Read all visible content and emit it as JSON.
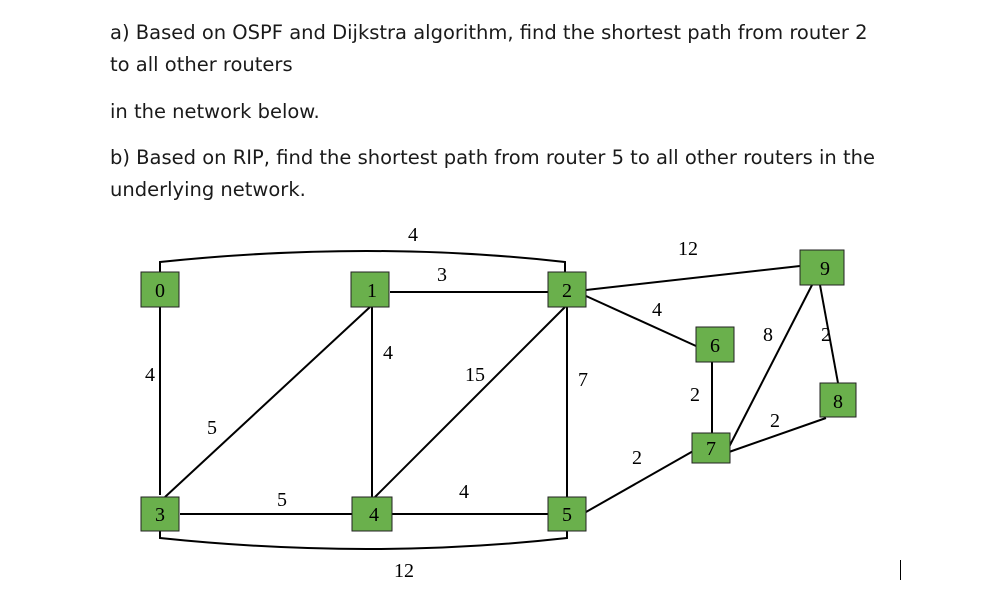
{
  "question": {
    "part_a_line1": "a) Based on OSPF and Dijkstra algorithm, find the shortest path from router 2",
    "part_a_line2": "to all other routers",
    "part_a_line3": "in the network below.",
    "part_b": "b) Based on RIP, find the shortest path from router 5 to all other routers in the underlying network."
  },
  "graph": {
    "nodes": [
      {
        "id": "0",
        "label": "0"
      },
      {
        "id": "1",
        "label": "1"
      },
      {
        "id": "2",
        "label": "2"
      },
      {
        "id": "3",
        "label": "3"
      },
      {
        "id": "4",
        "label": "4"
      },
      {
        "id": "5",
        "label": "5"
      },
      {
        "id": "6",
        "label": "6"
      },
      {
        "id": "7",
        "label": "7"
      },
      {
        "id": "8",
        "label": "8"
      },
      {
        "id": "9",
        "label": "9"
      }
    ],
    "edges": [
      {
        "from": "0",
        "to": "2",
        "weight": "4"
      },
      {
        "from": "1",
        "to": "2",
        "weight": "3"
      },
      {
        "from": "2",
        "to": "9",
        "weight": "12"
      },
      {
        "from": "2",
        "to": "6",
        "weight": "4"
      },
      {
        "from": "0",
        "to": "3",
        "weight": "4"
      },
      {
        "from": "1",
        "to": "3",
        "weight": "5"
      },
      {
        "from": "1",
        "to": "4",
        "weight": "4"
      },
      {
        "from": "2",
        "to": "4",
        "weight": "15"
      },
      {
        "from": "2",
        "to": "5",
        "weight": "7"
      },
      {
        "from": "6",
        "to": "7",
        "weight": "2"
      },
      {
        "from": "7",
        "to": "9",
        "weight": "8"
      },
      {
        "from": "9",
        "to": "8",
        "weight": "2"
      },
      {
        "from": "7",
        "to": "8",
        "weight": "2"
      },
      {
        "from": "5",
        "to": "7",
        "weight": "2"
      },
      {
        "from": "3",
        "to": "4",
        "weight": "5"
      },
      {
        "from": "4",
        "to": "5",
        "weight": "4"
      },
      {
        "from": "3",
        "to": "5",
        "weight": "12"
      }
    ],
    "node_color": "#6ab04c"
  }
}
